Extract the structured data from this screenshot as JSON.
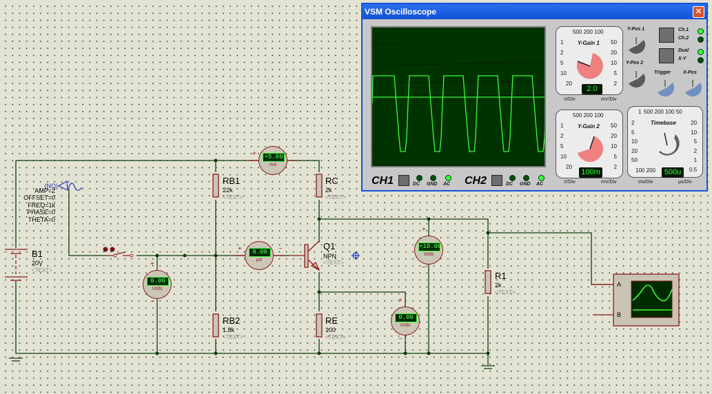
{
  "schematic": {
    "battery": {
      "name": "B1",
      "value": "20V",
      "text": "<TEXT>"
    },
    "generator": {
      "state": "(NO)",
      "params": [
        "AMP=2",
        "OFFSET=0",
        "FREQ=1k",
        "PHASE=0",
        "THETA=0"
      ]
    },
    "resistors": [
      {
        "name": "RB1",
        "value": "22k",
        "text": "<TEXT>"
      },
      {
        "name": "RB2",
        "value": "1.8k",
        "text": "<TEXT>"
      },
      {
        "name": "RC",
        "value": "2k",
        "text": "<TEXT>"
      },
      {
        "name": "RE",
        "value": "100",
        "text": "<TEXT>"
      },
      {
        "name": "R1",
        "value": "2k",
        "text": "<TEXT>"
      }
    ],
    "transistor": {
      "name": "Q1",
      "type": "NPN",
      "text": "<TEXT>"
    },
    "meters": {
      "collector_ammeter": {
        "reading": "+5.00",
        "unit": "mA"
      },
      "base_ammeter": {
        "reading": "0.00",
        "unit": "µA"
      },
      "input_voltmeter": {
        "reading": "0.00",
        "unit": "Volts"
      },
      "collector_voltmeter": {
        "reading": "+10.00",
        "unit": "Volts"
      },
      "emitter_voltmeter": {
        "reading": "0.00",
        "unit": "Volts"
      }
    },
    "polarity": {
      "plus": "+",
      "minus": "−"
    },
    "scope_instrument": {
      "input_a": "A",
      "input_b": "B"
    }
  },
  "oscilloscope": {
    "title": "VSM Oscilloscope",
    "close_icon": "close-icon",
    "channels": [
      {
        "label": "CH1",
        "modes": [
          "DC",
          "GND",
          "AC"
        ],
        "active_mode": "AC"
      },
      {
        "label": "CH2",
        "modes": [
          "DC",
          "GND",
          "AC"
        ],
        "active_mode": "AC"
      }
    ],
    "ygain1": {
      "title": "Y-Gain 1",
      "top_scale": "500 200 100",
      "left_scale": [
        "1",
        "2",
        "5",
        "10",
        "20"
      ],
      "right_scale": [
        "50",
        "20",
        "10",
        "5",
        "2"
      ],
      "readout": "2.0",
      "left_unit": "V/Div",
      "right_unit": "mV/Div"
    },
    "ygain2": {
      "title": "Y-Gain 2",
      "top_scale": "500 200 100",
      "left_scale": [
        "1",
        "2",
        "5",
        "10",
        "20"
      ],
      "right_scale": [
        "50",
        "20",
        "10",
        "5",
        "2"
      ],
      "readout": "100m",
      "left_unit": "V/Div",
      "right_unit": "mV/Div"
    },
    "timebase": {
      "title": "Timebase",
      "top_scale": "500 200 100 50",
      "top_left": "1",
      "left_scale": [
        "2",
        "5",
        "10",
        "20",
        "50"
      ],
      "bottom_left": "100 200",
      "right_scale": [
        "20",
        "10",
        "5",
        "2",
        "1",
        "0.5"
      ],
      "readout": "500u",
      "left_unit": "ms/Div",
      "right_unit": "µs/Div"
    },
    "knobs": {
      "ypos1": "Y-Pos 1",
      "ypos2": "Y-Pos 2",
      "trigger": "Trigger",
      "xpos": "X-Pos"
    },
    "indicators": [
      {
        "label": "Ch.1",
        "on": true
      },
      {
        "label": "Ch.2",
        "on": false
      },
      {
        "label": "Dual",
        "on": true
      },
      {
        "label": "X-Y",
        "on": false
      }
    ],
    "trace_color": "#39ff39",
    "screen_color": "#003300"
  }
}
